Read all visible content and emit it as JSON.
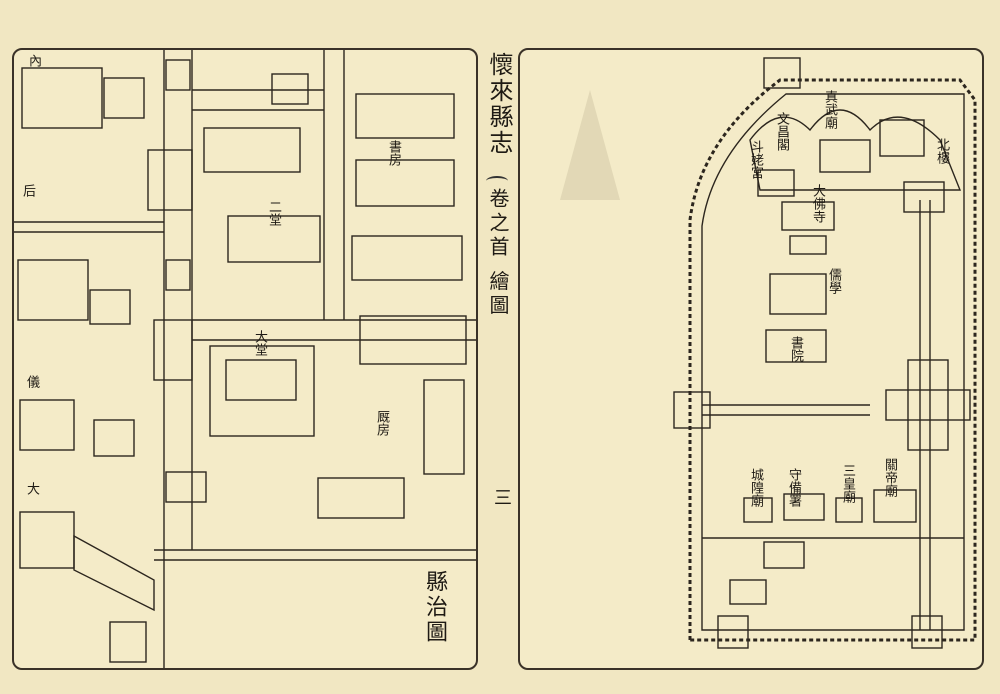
{
  "book": {
    "title": "懷來縣志",
    "chapter": "卷之首 繪圖",
    "page_number": "三"
  },
  "left_map": {
    "title": "縣治圖",
    "labels": {
      "study_hall": "書房",
      "second_hall": "二堂",
      "great_hall": "大堂",
      "yi_gate": "儀",
      "big_gate": "大",
      "inner_gate": "內",
      "back_room": "后",
      "small_hall": "厩房"
    }
  },
  "right_map": {
    "labels": {
      "main_temple": "真武廟",
      "dou_temple": "斗姥宮",
      "da_temple": "大佛寺",
      "confucian_school": "儒學",
      "academy": "書院",
      "city_god": "城隍廟",
      "garrison": "守備署",
      "three_emperors": "三皇廟",
      "guandi": "關帝廟",
      "wen_temple": "文昌閣",
      "north_gate": "北樓"
    }
  }
}
